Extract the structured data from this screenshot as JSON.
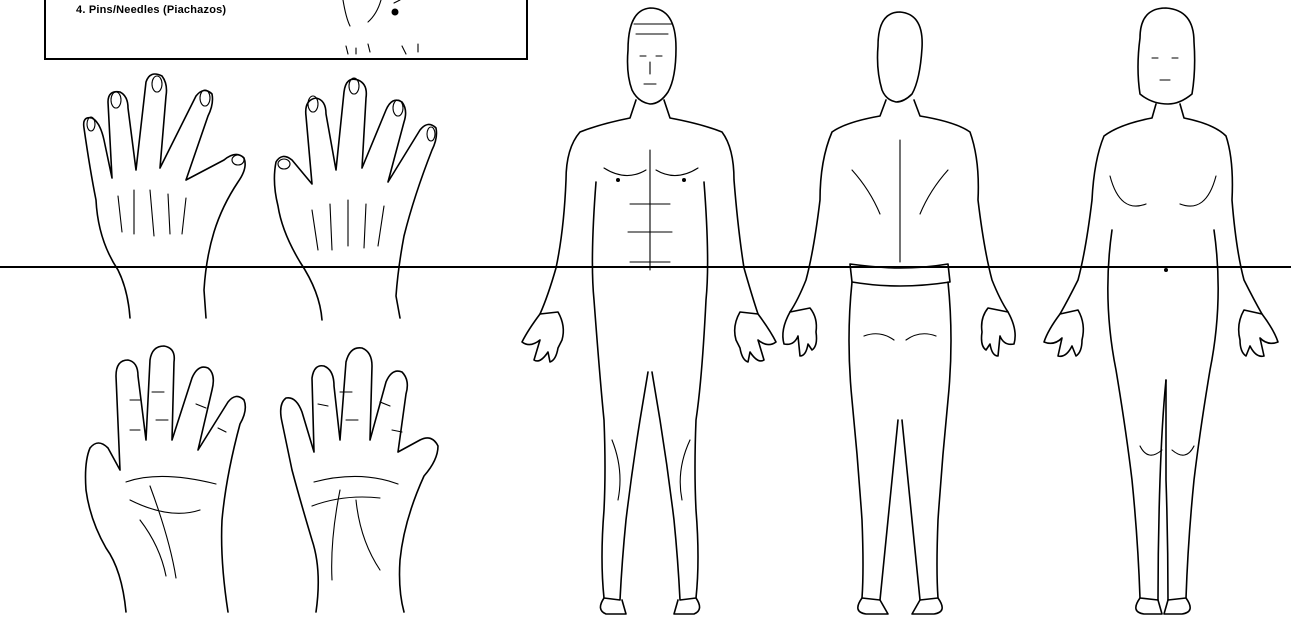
{
  "legend": {
    "item_4": "4. Pins/Needles (Piachazos)"
  },
  "figures": [
    "hand-back-left",
    "hand-back-right",
    "hand-palm-left",
    "hand-palm-right",
    "male-body-front",
    "body-back",
    "female-body-front"
  ]
}
